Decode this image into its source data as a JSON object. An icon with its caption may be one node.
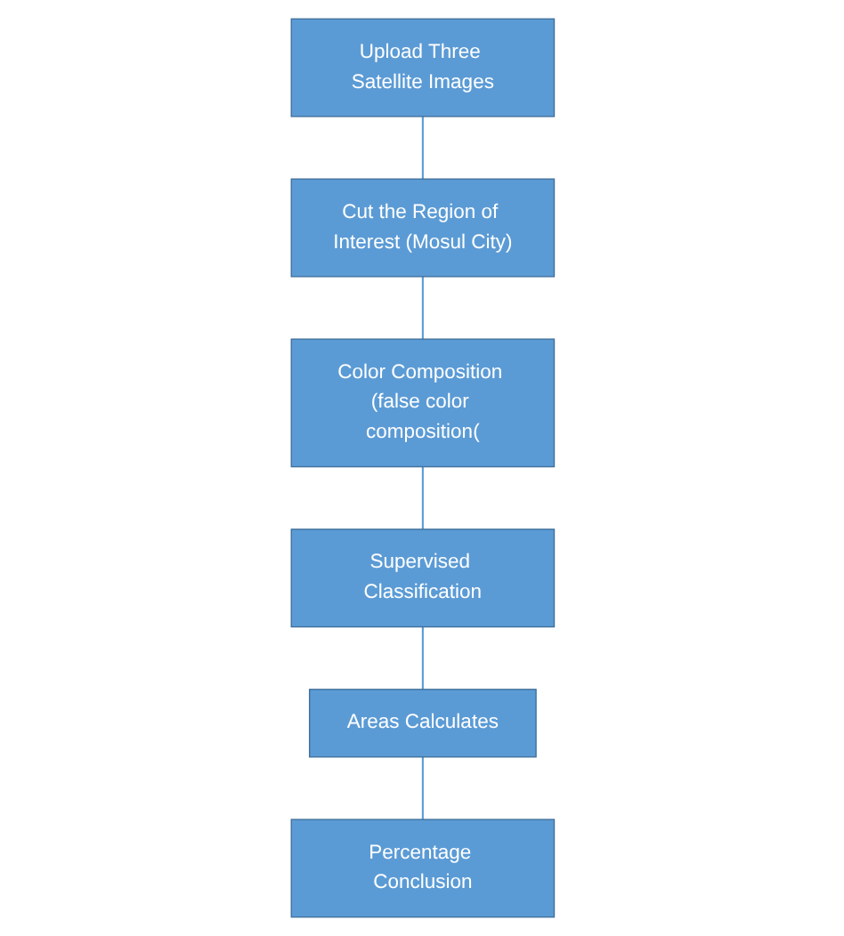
{
  "diagram": {
    "nodes": [
      {
        "text": [
          "Upload Three Satellite Images"
        ]
      },
      {
        "text": [
          "Cut the Region of Interest (Mosul City)"
        ]
      },
      {
        "text": [
          "Color Composition (false color composition("
        ]
      },
      {
        "text": [
          "Supervised Classification"
        ]
      },
      {
        "text": [
          "Areas Calculates"
        ]
      },
      {
        "text": [
          "Percentage Conclusion"
        ]
      }
    ],
    "edges": [
      {
        "from": 0,
        "to": 1,
        "arrow": "none"
      },
      {
        "from": 1,
        "to": 2,
        "arrow": "none"
      },
      {
        "from": 2,
        "to": 3,
        "arrow": "none"
      },
      {
        "from": 3,
        "to": 4,
        "arrow": "none"
      },
      {
        "from": 4,
        "to": 5,
        "arrow": "none"
      }
    ]
  }
}
